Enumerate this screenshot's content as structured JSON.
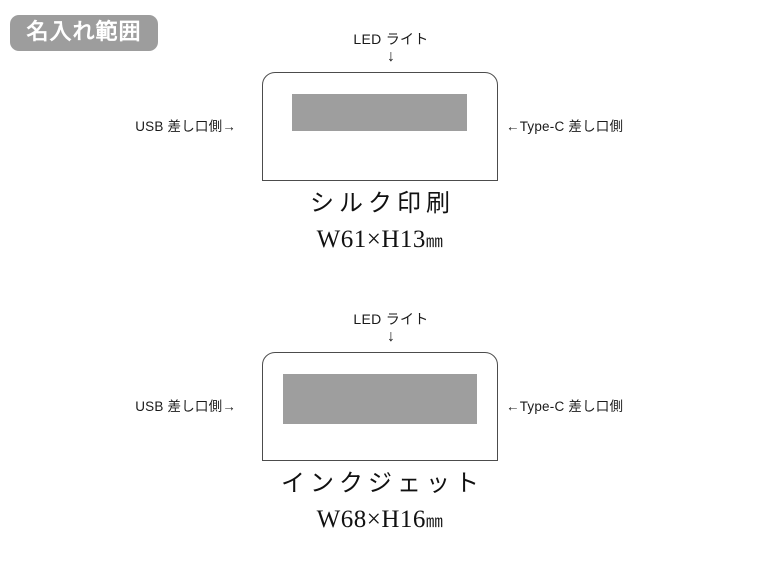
{
  "badge": {
    "label": "名入れ範囲",
    "bg_color": "#9d9d9d",
    "text_color": "#ffffff"
  },
  "colors": {
    "print_area_gray": "#9e9e9e",
    "device_outline": "#4c4c4c",
    "background": "#ffffff"
  },
  "diagrams": [
    {
      "led_label": "LED ライト",
      "led_arrow": "↓",
      "left_label": "USB 差し口側→",
      "right_label": "←Type-C 差し口側",
      "method": "シルク印刷",
      "size_text": "W61×H13",
      "size_unit": "㎜"
    },
    {
      "led_label": "LED ライト",
      "led_arrow": "↓",
      "left_label": "USB 差し口側→",
      "right_label": "←Type-C 差し口側",
      "method": "インクジェット",
      "size_text": "W68×H16",
      "size_unit": "㎜"
    }
  ]
}
